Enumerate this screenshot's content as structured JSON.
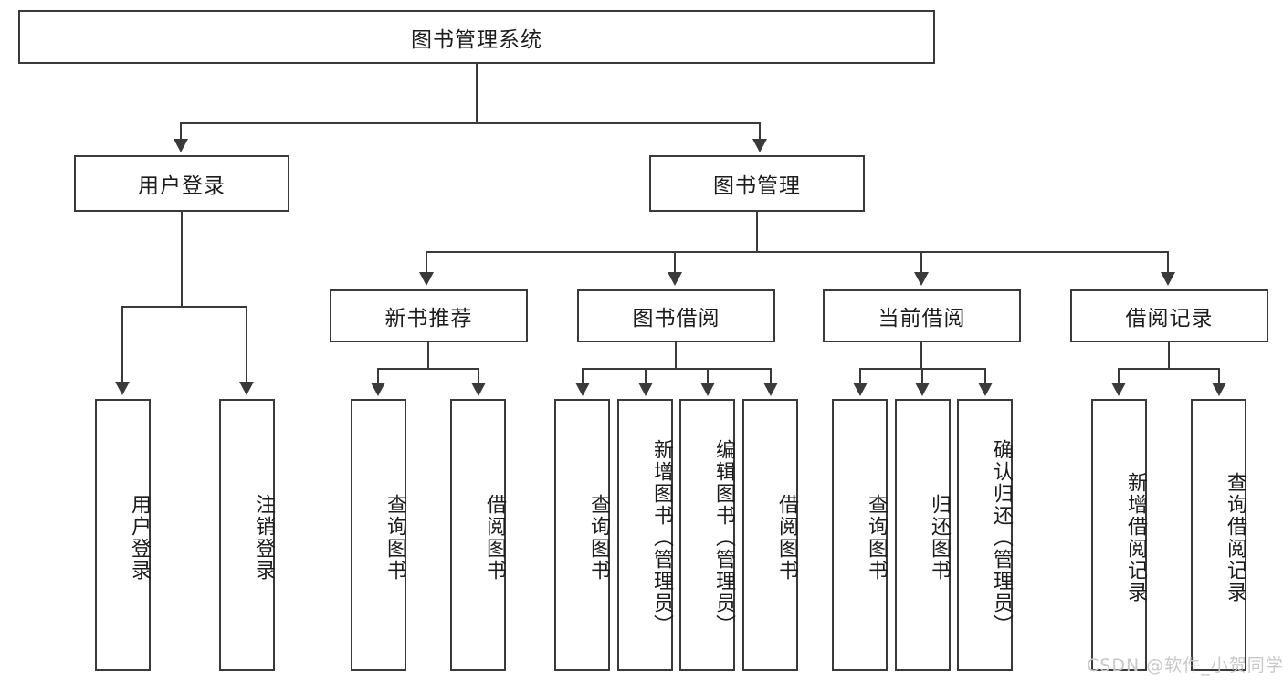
{
  "diagram": {
    "title": "图书管理系统",
    "type": "tree",
    "watermark": "CSDN @软件_小贺同学",
    "colors": {
      "stroke": "#3a3a3a",
      "fill": "#ffffff",
      "text": "#1c1c1c",
      "watermark": "#c9c9c9"
    },
    "root": {
      "label": "图书管理系统"
    },
    "level2": [
      {
        "label": "用户登录"
      },
      {
        "label": "图书管理"
      }
    ],
    "level3": [
      {
        "label": "新书推荐"
      },
      {
        "label": "图书借阅"
      },
      {
        "label": "当前借阅"
      },
      {
        "label": "借阅记录"
      }
    ],
    "leaves": {
      "user_login": [
        {
          "label": "用户登录"
        },
        {
          "label": "注销登录"
        }
      ],
      "new_book": [
        {
          "label": "查询图书"
        },
        {
          "label": "借阅图书"
        }
      ],
      "book_borrow": [
        {
          "label": "查询图书"
        },
        {
          "label": "新增图书（管理员）"
        },
        {
          "label": "编辑图书（管理员）"
        },
        {
          "label": "借阅图书"
        }
      ],
      "current_borrow": [
        {
          "label": "查询图书"
        },
        {
          "label": "归还图书"
        },
        {
          "label": "确认归还（管理员）"
        }
      ],
      "borrow_record": [
        {
          "label": "新增借阅记录"
        },
        {
          "label": "查询借阅记录"
        }
      ]
    }
  }
}
